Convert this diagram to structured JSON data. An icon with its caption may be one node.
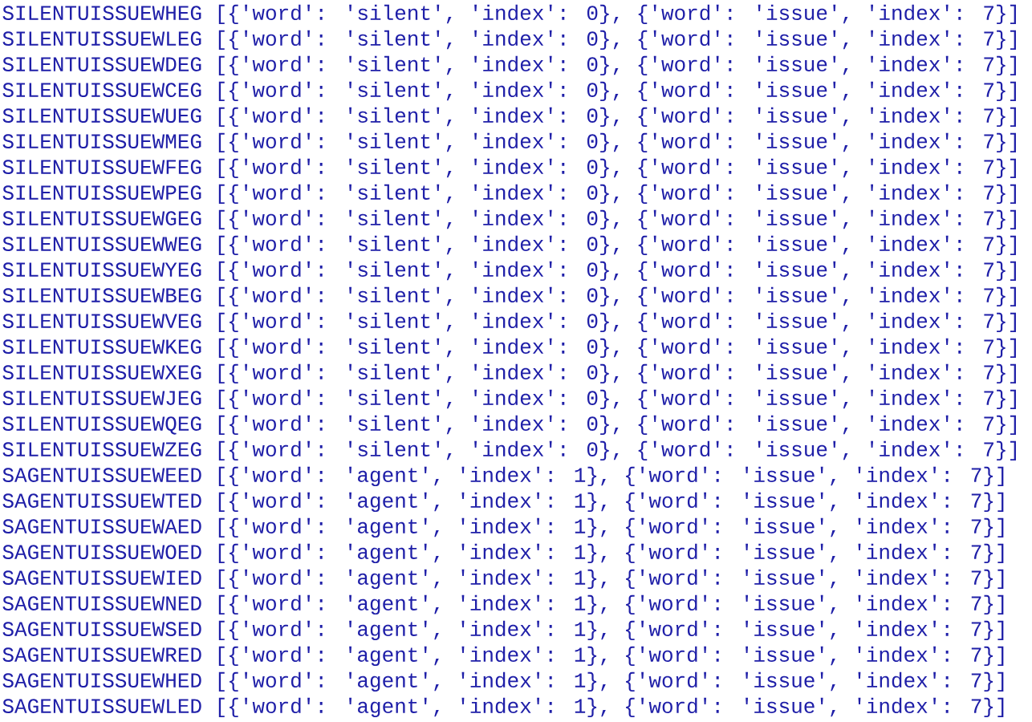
{
  "diagram": {
    "labels": [
      "SILENTUISSUEWHEG [{'word': 'silent', 'index': 0}, {'word': 'issue', 'index': 7}]",
      "SILENTUISSUEWLEG [{'word': 'silent', 'index': 0}, {'word': 'issue', 'index': 7}]",
      "SILENTUISSUEWDEG [{'word': 'silent', 'index': 0}, {'word': 'issue', 'index': 7}]",
      "SILENTUISSUEWCEG [{'word': 'silent', 'index': 0}, {'word': 'issue', 'index': 7}]",
      "SILENTUISSUEWUEG [{'word': 'silent', 'index': 0}, {'word': 'issue', 'index': 7}]",
      "SILENTUISSUEWMEG [{'word': 'silent', 'index': 0}, {'word': 'issue', 'index': 7}]",
      "SILENTUISSUEWFEG [{'word': 'silent', 'index': 0}, {'word': 'issue', 'index': 7}]",
      "SILENTUISSUEWPEG [{'word': 'silent', 'index': 0}, {'word': 'issue', 'index': 7}]",
      "SILENTUISSUEWGEG [{'word': 'silent', 'index': 0}, {'word': 'issue', 'index': 7}]",
      "SILENTUISSUEWWEG [{'word': 'silent', 'index': 0}, {'word': 'issue', 'index': 7}]",
      "SILENTUISSUEWYEG [{'word': 'silent', 'index': 0}, {'word': 'issue', 'index': 7}]",
      "SILENTUISSUEWBEG [{'word': 'silent', 'index': 0}, {'word': 'issue', 'index': 7}]",
      "SILENTUISSUEWVEG [{'word': 'silent', 'index': 0}, {'word': 'issue', 'index': 7}]",
      "SILENTUISSUEWKEG [{'word': 'silent', 'index': 0}, {'word': 'issue', 'index': 7}]",
      "SILENTUISSUEWXEG [{'word': 'silent', 'index': 0}, {'word': 'issue', 'index': 7}]",
      "SILENTUISSUEWJEG [{'word': 'silent', 'index': 0}, {'word': 'issue', 'index': 7}]",
      "SILENTUISSUEWQEG [{'word': 'silent', 'index': 0}, {'word': 'issue', 'index': 7}]",
      "SILENTUISSUEWZEG [{'word': 'silent', 'index': 0}, {'word': 'issue', 'index': 7}]",
      "SAGENTUISSUEWEED [{'word': 'agent', 'index': 1}, {'word': 'issue', 'index': 7}]",
      "SAGENTUISSUEWTED [{'word': 'agent', 'index': 1}, {'word': 'issue', 'index': 7}]",
      "SAGENTUISSUEWAED [{'word': 'agent', 'index': 1}, {'word': 'issue', 'index': 7}]",
      "SAGENTUISSUEWOED [{'word': 'agent', 'index': 1}, {'word': 'issue', 'index': 7}]",
      "SAGENTUISSUEWIED [{'word': 'agent', 'index': 1}, {'word': 'issue', 'index': 7}]",
      "SAGENTUISSUEWNED [{'word': 'agent', 'index': 1}, {'word': 'issue', 'index': 7}]",
      "SAGENTUISSUEWSED [{'word': 'agent', 'index': 1}, {'word': 'issue', 'index': 7}]",
      "SAGENTUISSUEWRED [{'word': 'agent', 'index': 1}, {'word': 'issue', 'index': 7}]",
      "SAGENTUISSUEWHED [{'word': 'agent', 'index': 1}, {'word': 'issue', 'index': 7}]",
      "SAGENTUISSUEWLED [{'word': 'agent', 'index': 1}, {'word': 'issue', 'index': 7}]"
    ]
  }
}
